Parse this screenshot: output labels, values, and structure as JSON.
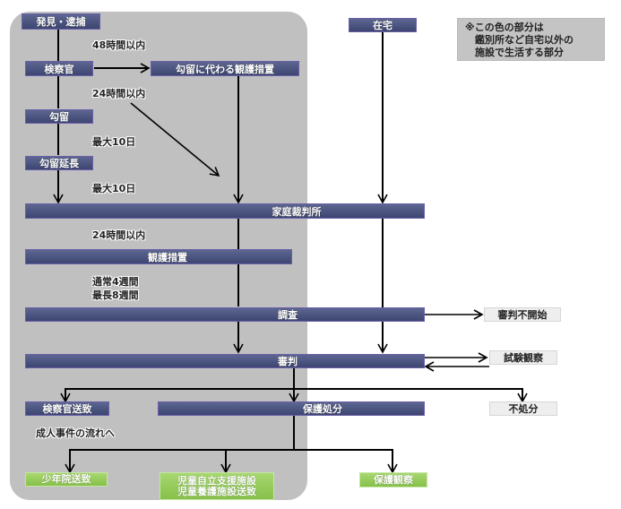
{
  "note": {
    "line1": "※この色の部分は",
    "line2": "鑑別所など自宅以外の",
    "line3": "施設で生活する部分"
  },
  "nodes": {
    "discovery_arrest": "発見・逮捕",
    "prosecutor": "検察官",
    "alt_custody_measure": "勾留に代わる観護措置",
    "detention": "勾留",
    "detention_extension": "勾留延長",
    "at_home": "在宅",
    "family_court": "家庭裁判所",
    "protective_custody": "観護措置",
    "investigation": "調査",
    "no_hearing": "審判不開始",
    "hearing": "審判",
    "probation_trial": "試験観察",
    "referral_to_prosecutor": "検察官送致",
    "protective_disposition": "保護処分",
    "no_disposition": "不処分",
    "juvenile_training_school": "少年院送致",
    "child_facility_line1": "児童自立支援施設",
    "child_facility_line2": "児童養護施設送致",
    "probation": "保護観察"
  },
  "labels": {
    "within_48h": "48時間以内",
    "within_24h_1": "24時間以内",
    "max_10_days_1": "最大10日",
    "max_10_days_2": "最大10日",
    "within_24h_2": "24時間以内",
    "usually_4_weeks": "通常4週間",
    "max_8_weeks": "最長8週間",
    "to_adult_case_flow": "成人事件の流れへ"
  }
}
